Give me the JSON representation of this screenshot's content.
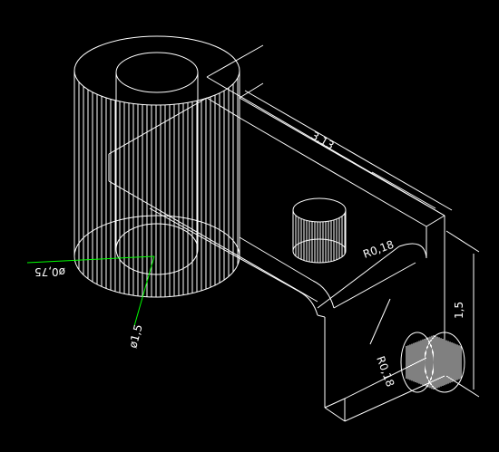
{
  "drawing": {
    "background": "#000000",
    "line_color": "#ffffff",
    "dimension_color": "#ffffff",
    "leader_color": "#00ff00",
    "labels": {
      "length": "3,13",
      "height": "1,5",
      "fillet_large": "R0,18",
      "fillet_small": "R0,18",
      "outer_diameter": "ø0,75",
      "inner_diameter": "ø1,5"
    }
  }
}
